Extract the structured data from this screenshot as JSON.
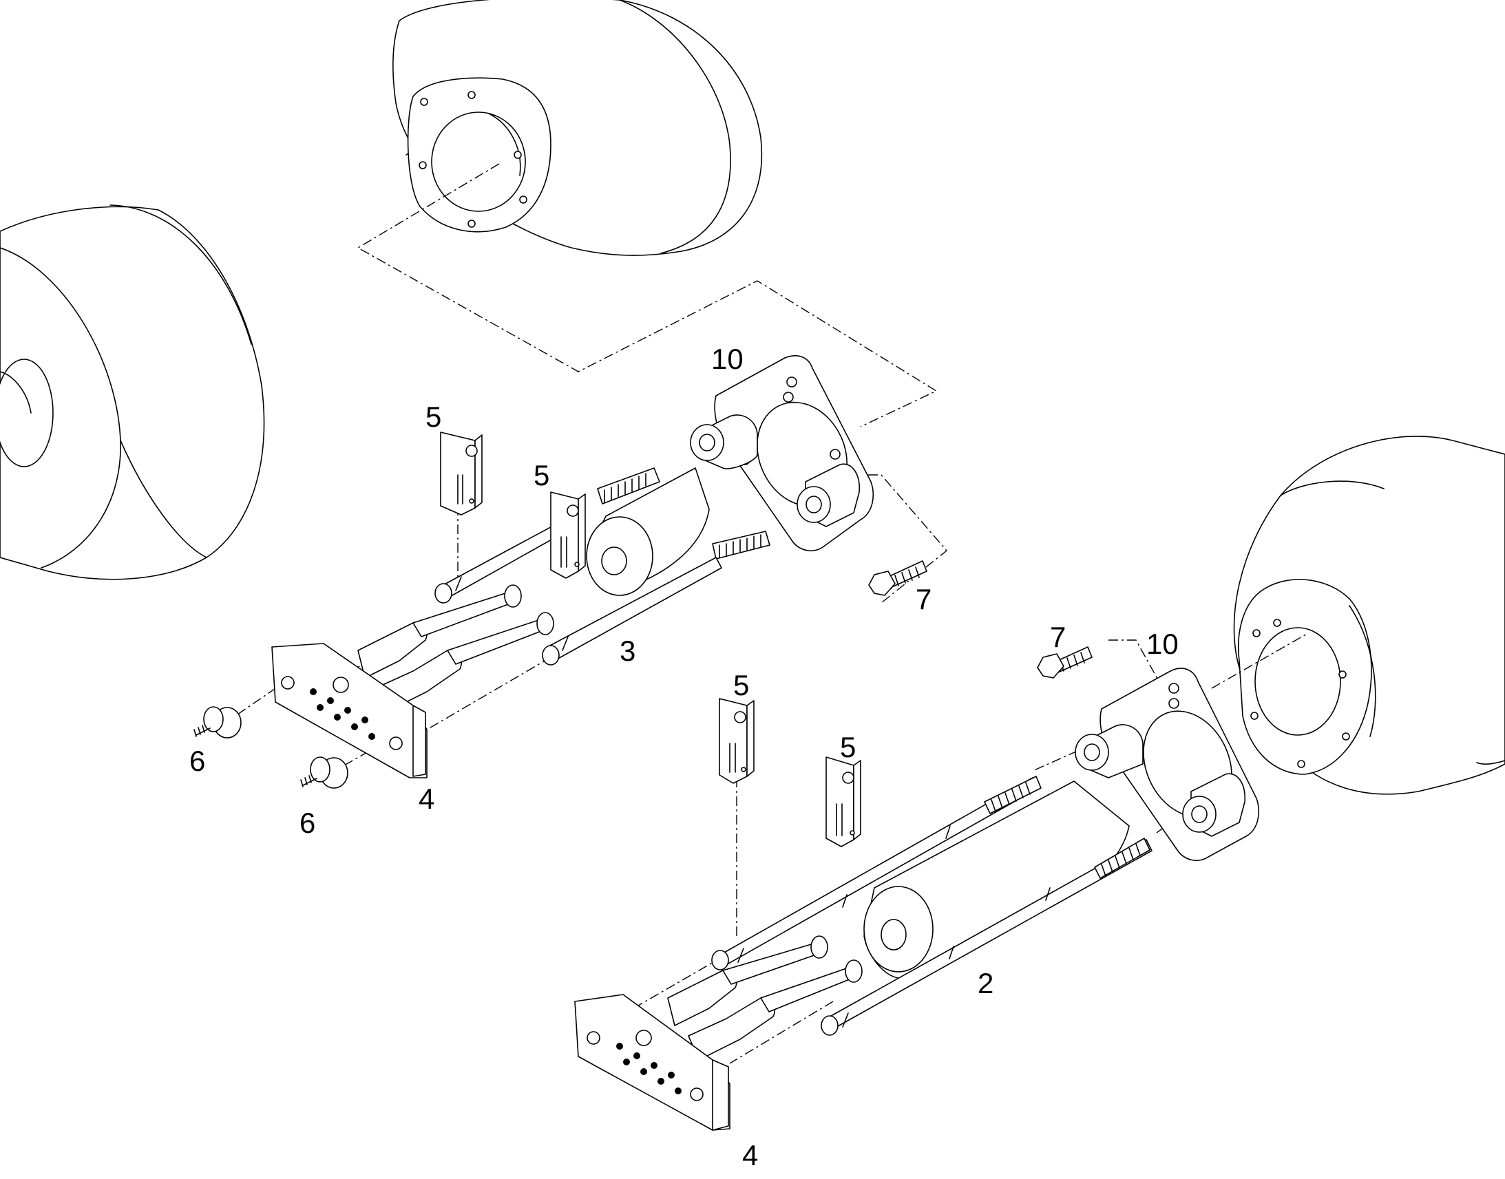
{
  "callouts": {
    "c10_upper": "10",
    "c10_lower": "10",
    "c5_a": "5",
    "c5_b": "5",
    "c5_c": "5",
    "c5_d": "5",
    "c7_upper": "7",
    "c7_lower": "7",
    "c3": "3",
    "c2": "2",
    "c6_a": "6",
    "c6_b": "6",
    "c4_upper": "4",
    "c4_lower": "4"
  },
  "colors": {
    "line": "#000000",
    "background": "#ffffff"
  }
}
